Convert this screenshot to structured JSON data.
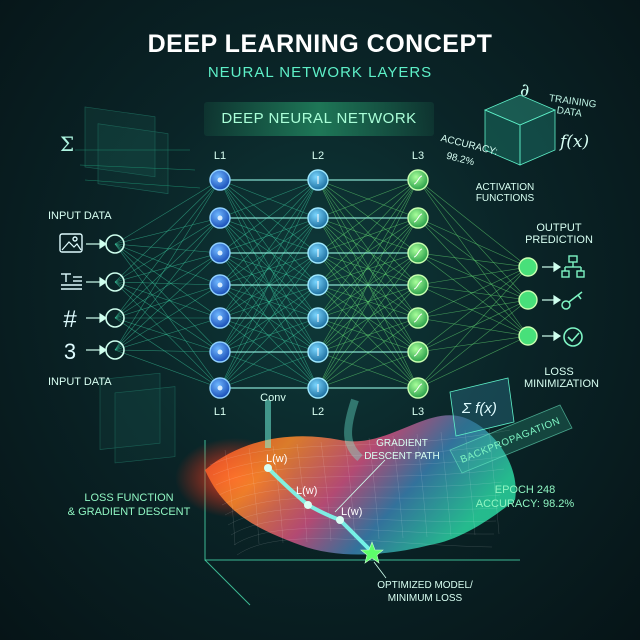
{
  "header": {
    "title": "DEEP LEARNING CONCEPT",
    "subtitle": "NEURAL NETWORK LAYERS",
    "banner": "DEEP NEURAL NETWORK"
  },
  "layers": {
    "top": [
      "L1",
      "L2",
      "L3"
    ],
    "bottom": [
      "L1",
      "Conv",
      "L2",
      "L3"
    ]
  },
  "inputs": {
    "label_top": "INPUT DATA",
    "label_bottom": "INPUT DATA",
    "hash_glyph": "#",
    "three_glyph": "3"
  },
  "top_left_symbol": "Σ",
  "training": {
    "partial": "∂",
    "fx": "f(x)",
    "label": "TRAINING DATA",
    "accuracy_label": "ACCURACY:",
    "accuracy_value": "98.2%"
  },
  "activation_label": "ACTIVATION FUNCTIONS",
  "output_label": "OUTPUT PREDICTION",
  "loss_min_label": "LOSS MINIMIZATION",
  "sum_fx": "Σ f(x)",
  "backprop_label": "BACKPROPAGATION",
  "epoch": {
    "line1": "EPOCH 248",
    "line2": "ACCURACY: 98.2%"
  },
  "loss_function_label": {
    "line1": "LOSS FUNCTION",
    "line2": "& GRADIENT DESCENT"
  },
  "gradient_path_label": {
    "line1": "GRADIENT",
    "line2": "DESCENT PATH"
  },
  "loss_points": [
    "L(w)",
    "L(w)",
    "L(w)"
  ],
  "optimized_label": {
    "line1": "OPTIMIZED MODEL/",
    "line2": "MINIMUM LOSS"
  },
  "colors": {
    "l1_node": "#1e66d8",
    "l2_node": "#2b8fc4",
    "l3_node": "#3fd06a",
    "accent": "#5ef0c8",
    "connection": "#3fd6a8"
  },
  "icons": [
    "image-icon",
    "text-doc-icon",
    "hash-icon",
    "digit-icon",
    "network-icon",
    "key-icon",
    "check-icon",
    "star-icon"
  ]
}
